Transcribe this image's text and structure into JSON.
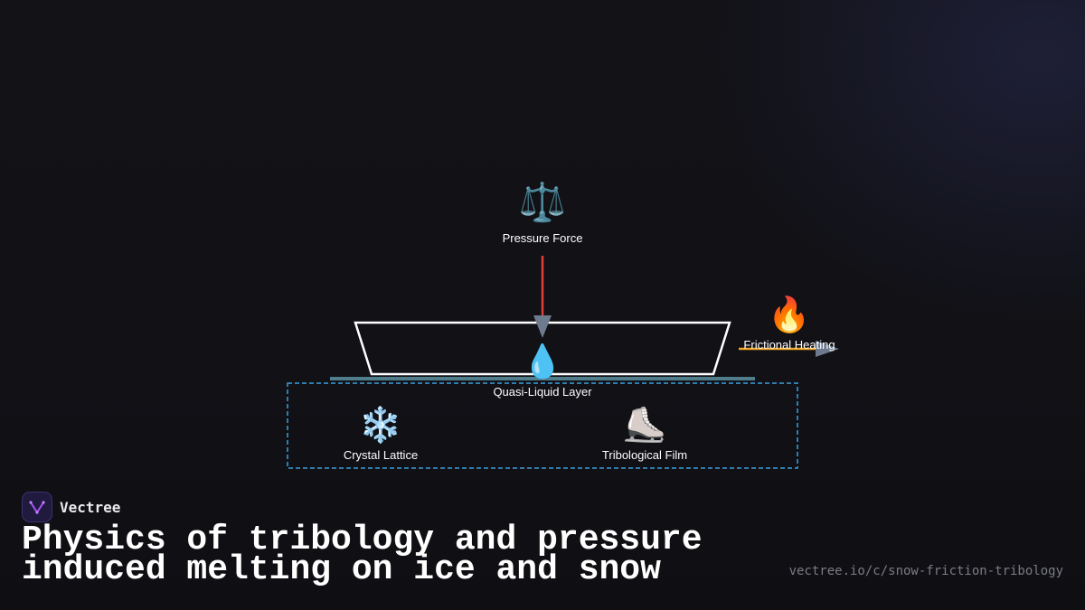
{
  "diagram": {
    "nodes": {
      "pressure": {
        "label": "Pressure Force",
        "icon": "balance-scale-icon",
        "glyph": "⚖️"
      },
      "friction": {
        "label": "Frictional Heating",
        "icon": "fire-icon",
        "glyph": "🔥"
      },
      "liquid": {
        "label": "Quasi-Liquid Layer",
        "icon": "droplet-icon",
        "glyph": "💧"
      },
      "crystal": {
        "label": "Crystal Lattice",
        "icon": "snowflake-icon",
        "glyph": "❄️"
      },
      "film": {
        "label": "Tribological Film",
        "icon": "ice-skate-icon",
        "glyph": "⛸️"
      }
    },
    "colors": {
      "pressure_arrow": "#e0403a",
      "friction_arrow": "#f5a623",
      "arrow_head": "#6e7b8f",
      "group_border": "#3aa0e0",
      "blade_outline": "#ffffff",
      "ice_surface": "#4f7d8c"
    }
  },
  "brand": {
    "name": "Vectree",
    "logo_icon": "vectree-logo-icon"
  },
  "title": {
    "line1": "Physics of tribology and pressure",
    "line2": "induced melting on ice and snow"
  },
  "url": "vectree.io/c/snow-friction-tribology"
}
